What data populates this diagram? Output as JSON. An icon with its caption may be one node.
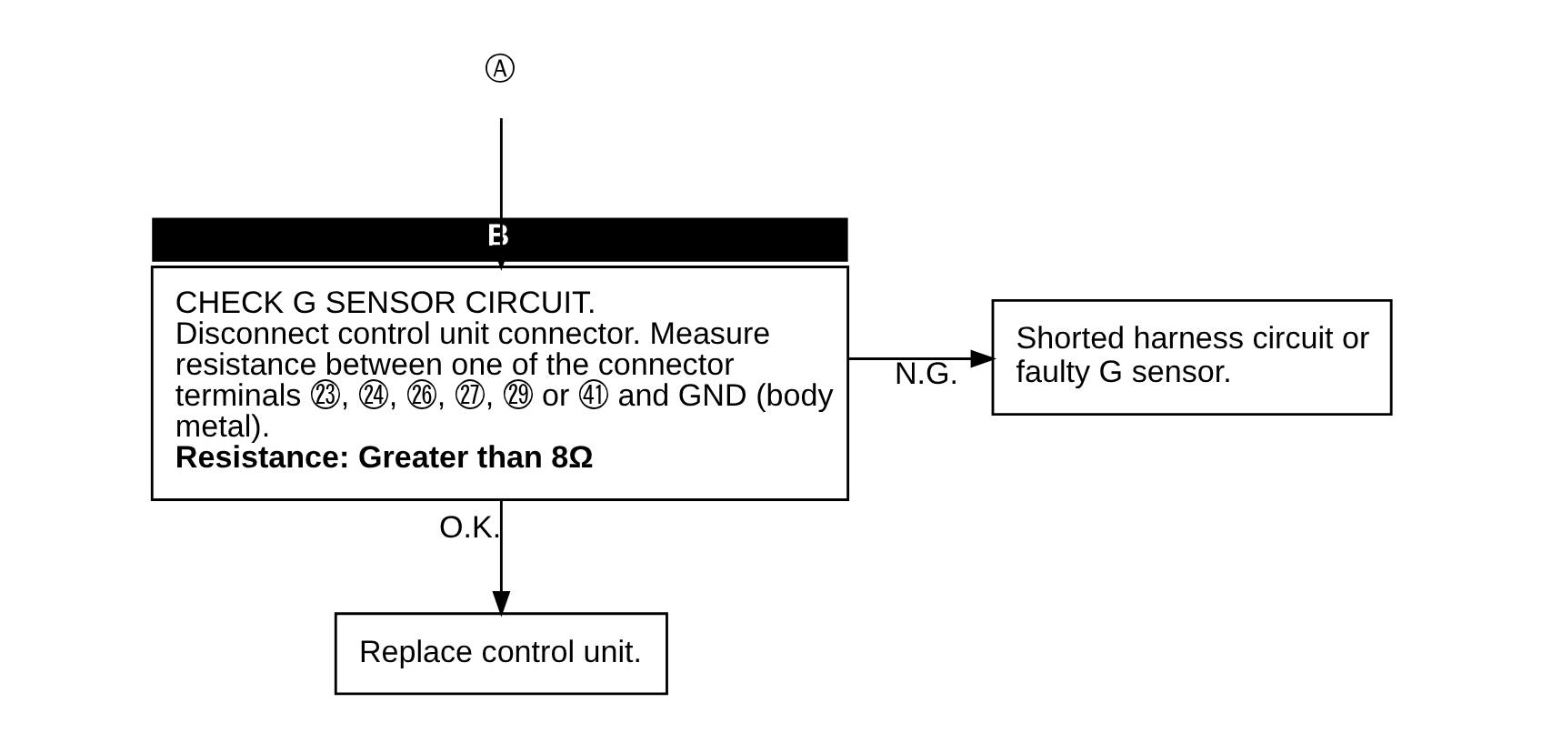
{
  "diagram": {
    "nodes": [
      {
        "text": [
          "Ⓐ"
        ]
      },
      {
        "text": [
          "CHECK G SENSOR CIRCUIT.",
          "Disconnect control unit connector. Measure resistance between one of the connector terminals ㉓, ㉔, ㉖, ㉗, ㉙ or ㊶ and GND (body metal).",
          "Resistance: Greater than 8Ω"
        ],
        "beside": [
          "B"
        ]
      },
      {
        "text": [
          "Shorted harness circuit or faulty G sensor."
        ]
      },
      {
        "text": [
          "Replace control unit."
        ]
      }
    ],
    "edges": [
      {
        "from": 0,
        "to": 1,
        "arrow": "to"
      },
      {
        "from": 1,
        "to": 2,
        "arrow": "to",
        "label": "N.G."
      },
      {
        "from": 1,
        "to": 3,
        "arrow": "to",
        "label": "O.K."
      }
    ]
  }
}
